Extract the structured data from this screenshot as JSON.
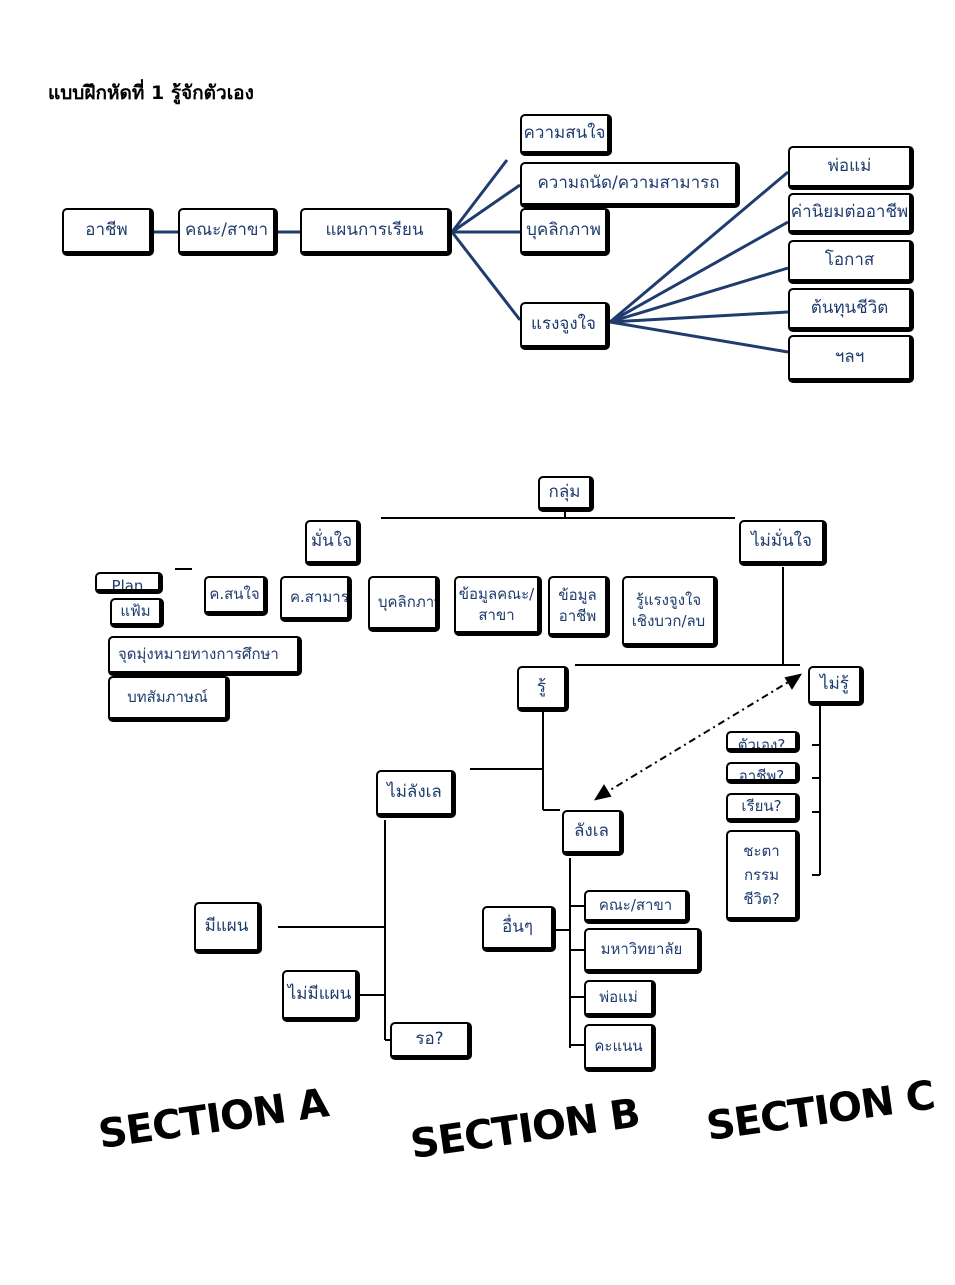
{
  "title": "แบบฝึกหัดที่ 1   รู้จักตัวเอง",
  "top_diagram": {
    "chain": [
      "อาชีพ",
      "คณะ/สาขา",
      "แผนการเรียน"
    ],
    "factors": [
      "ความสนใจ",
      "ความถนัด/ความสามารถ",
      "บุคลิกภาพ",
      "แรงจูงใจ"
    ],
    "motivation_sources": [
      "พ่อแม่",
      "ค่านิยมต่ออาชีพ",
      "โอกาส",
      "ต้นทุนชีวิต",
      "ฯลฯ"
    ]
  },
  "bottom_diagram": {
    "group": "กลุ่ม",
    "confident": "มั่นใจ",
    "not_confident": "ไม่มั่นใจ",
    "left_stack": [
      "Plan",
      "แฟ้ม",
      "จุดมุ่งหมายทางการศึกษา",
      "บทสัมภาษณ์"
    ],
    "knowledge_items": [
      "ค.สนใจ",
      "ค.สามารถ",
      "บุคลิกภาพ",
      "ข้อมูลคณะ/ สาขา",
      "ข้อมูล อาชีพ",
      "รู้แรงจูงใจ เชิงบวก/ลบ"
    ],
    "know": "รู้",
    "dont_know": "ไม่รู้",
    "dont_know_items": [
      "ตัวเอง?",
      "อาชีพ?",
      "เรียน?",
      "ชะตา กรรม ชีวิต?"
    ],
    "not_hesitant": "ไม่ลังเล",
    "hesitant": "ลังเล",
    "has_plan": "มีแผน",
    "no_plan": "ไม่มีแผน",
    "wait": "รอ?",
    "others": "อื่นๆ",
    "hesitant_items": [
      "คณะ/สาขา",
      "มหาวิทยาลัย",
      "พ่อแม่",
      "คะแนน"
    ]
  },
  "sections": [
    "SECTION A",
    "SECTION B",
    "SECTION C"
  ],
  "colors": {
    "line": "#1f3c6e",
    "text": "#1f3c6e",
    "border": "#000000"
  }
}
